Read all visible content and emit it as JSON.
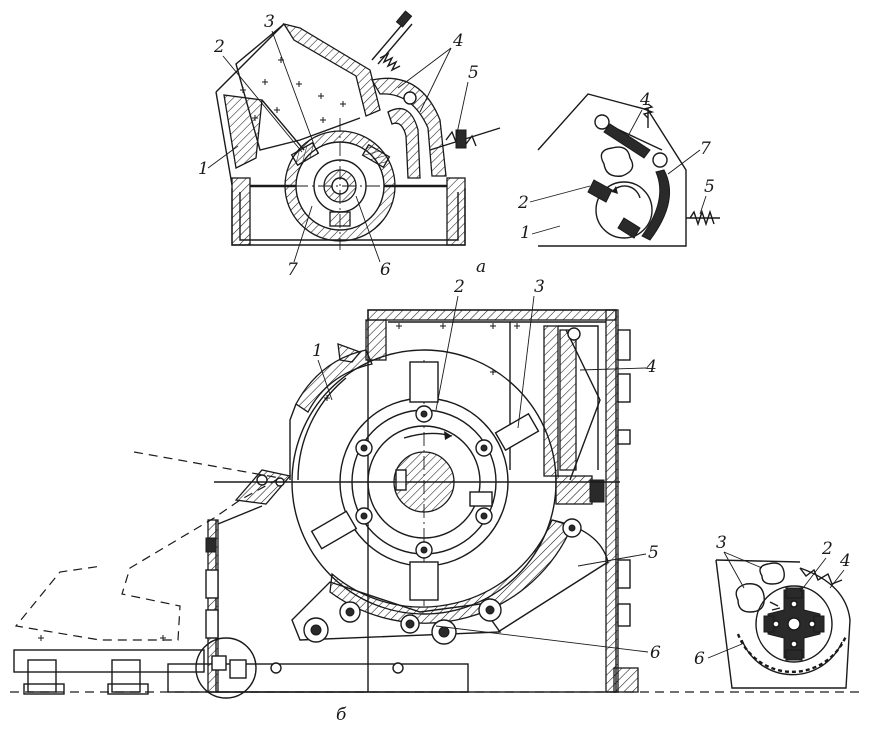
{
  "labels": {
    "a": {
      "n1": "1",
      "n2": "2",
      "n3": "3",
      "n4": "4",
      "n5": "5",
      "n6": "6",
      "n7": "7",
      "caption": "а"
    },
    "a_schematic": {
      "n1": "1",
      "n2": "2",
      "n4": "4",
      "n5": "5",
      "n7": "7"
    },
    "b": {
      "n1": "1",
      "n2": "2",
      "n3": "3",
      "n4": "4",
      "n5": "5",
      "n6": "6",
      "caption": "б"
    },
    "b_schematic": {
      "n2": "2",
      "n3": "3",
      "n4": "4",
      "n6": "6"
    }
  }
}
